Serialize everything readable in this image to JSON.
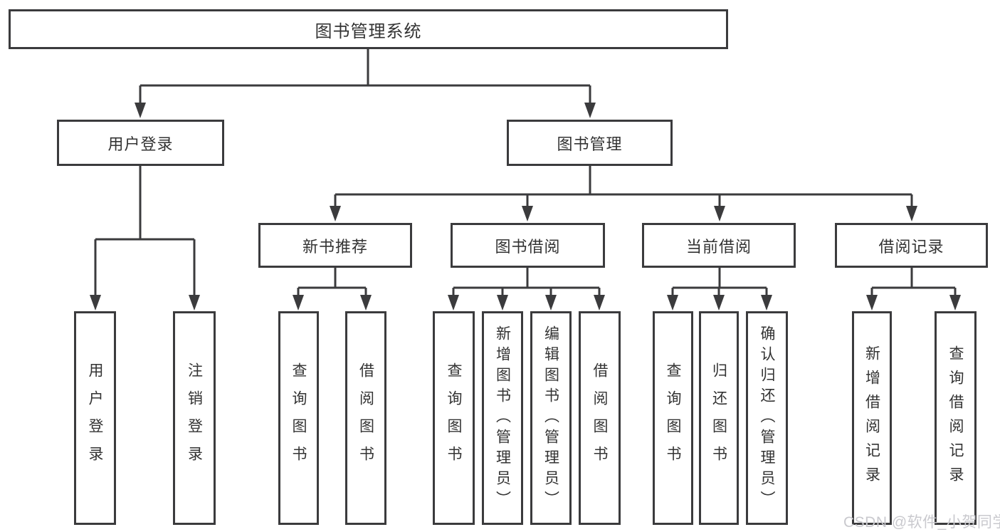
{
  "diagram_title": "图书管理系统",
  "colors": {
    "line": "#3b3b3d",
    "text": "#333333",
    "box_fill": "#ffffff",
    "background": "#ffffff",
    "watermark": "#c9c9ce"
  },
  "watermark": {
    "text": "CSDN @软件_小贺同学"
  },
  "tree": {
    "root": {
      "label": "图书管理系统"
    },
    "level2": [
      {
        "label": "用户登录"
      },
      {
        "label": "图书管理"
      }
    ],
    "level3": [
      {
        "label": "新书推荐"
      },
      {
        "label": "图书借阅"
      },
      {
        "label": "当前借阅"
      },
      {
        "label": "借阅记录"
      }
    ],
    "leaves": {
      "user_login": [
        "用户登录",
        "注销登录"
      ],
      "new_books": [
        "查询图书",
        "借阅图书"
      ],
      "book_borrow": [
        "查询图书",
        "新增图书（管理员）",
        "编辑图书（管理员）",
        "借阅图书"
      ],
      "current_borrow": [
        "查询图书",
        "归还图书",
        "确认归还（管理员）"
      ],
      "borrow_records": [
        "新增借阅记录",
        "查询借阅记录"
      ]
    }
  }
}
